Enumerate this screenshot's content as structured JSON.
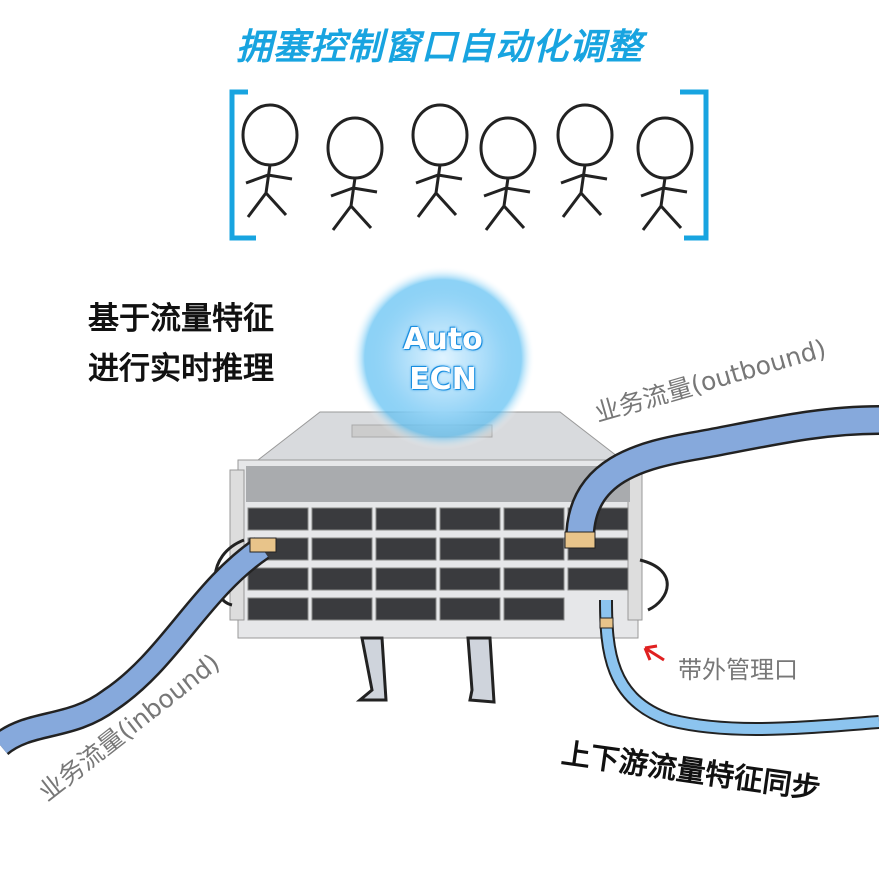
{
  "title": "拥塞控制窗口自动化调整",
  "inference_text": {
    "line1": "基于流量特征",
    "line2": "进行实时推理"
  },
  "badge": {
    "line1": "Auto",
    "line2": "ECN"
  },
  "labels": {
    "outbound": "业务流量(outbound)",
    "inbound": "业务流量(inbound)",
    "mgmt_port": "带外管理口",
    "sync": "上下游流量特征同步"
  },
  "colors": {
    "accent": "#18a4e0",
    "cable": "#86a9dc",
    "mgmt_cable": "#8cc4ef",
    "arrow": "#e02020"
  }
}
